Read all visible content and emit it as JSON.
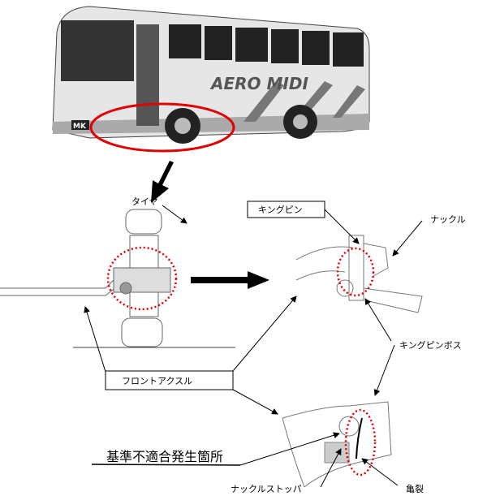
{
  "bus": {
    "brand_text": "AERO MIDI",
    "plate_text": "MK"
  },
  "labels": {
    "tire": "タイヤ",
    "kingpin": "キングピン",
    "knuckle": "ナックル",
    "kingpin_boss": "キングピンボス",
    "front_axle": "フロントアクスル",
    "nonconformity_location": "基準不適合発生箇所",
    "knuckle_stopper": "ナックルストッパ",
    "crack": "亀裂"
  },
  "colors": {
    "highlight": "#e00000",
    "line": "#000000"
  }
}
